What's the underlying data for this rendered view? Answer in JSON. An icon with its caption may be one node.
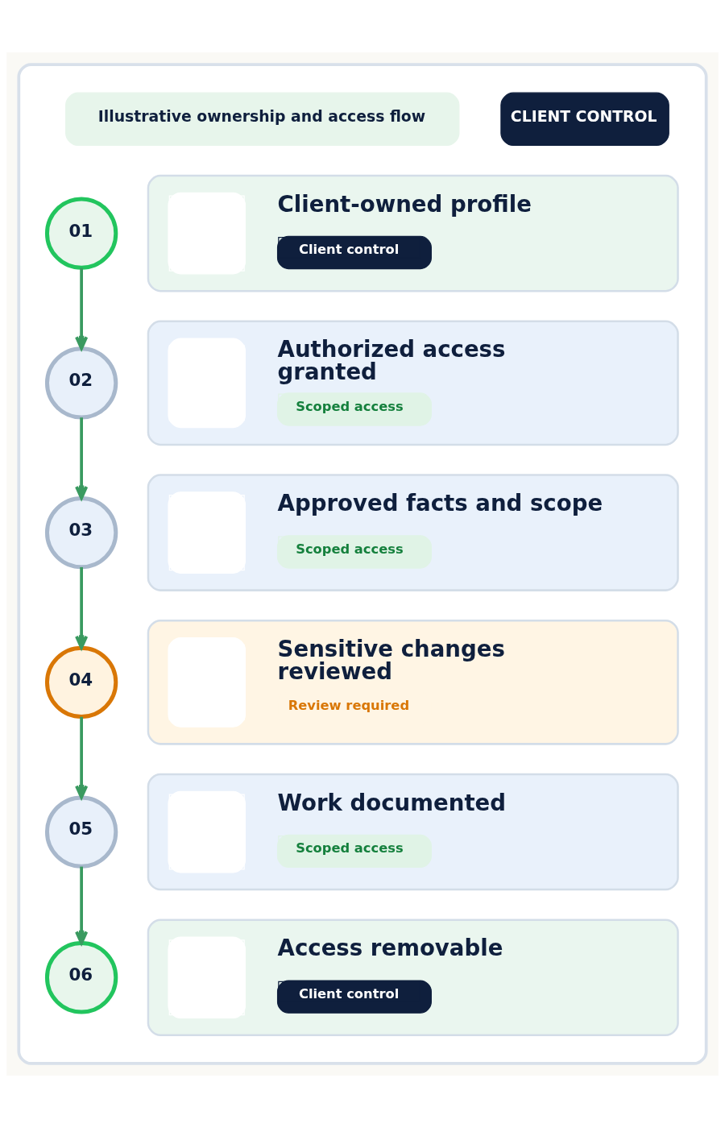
{
  "diagram": {
    "nodes": [
      {
        "text": [],
        "shape": "box"
      },
      {
        "text": [
          "Illustrative ownership and access flow"
        ],
        "in": 0
      },
      {
        "text": [
          "CLIENT CONTROL"
        ],
        "in": 0
      },
      {
        "text": [
          "01"
        ],
        "in": 0
      },
      {
        "text": [
          "Client-owned profile",
          "Client control"
        ],
        "in": 0
      },
      {
        "text": [
          "02"
        ],
        "in": 0
      },
      {
        "text": [
          "Authorized access granted",
          "Scoped access"
        ],
        "in": 0
      },
      {
        "text": [
          "03"
        ],
        "in": 0
      },
      {
        "text": [
          "Approved facts and scope",
          "Scoped access"
        ],
        "in": 0
      },
      {
        "text": [
          "04"
        ],
        "in": 0
      },
      {
        "text": [
          "Sensitive changes reviewed",
          "Review required"
        ],
        "in": 0
      },
      {
        "text": [
          "05"
        ],
        "in": 0
      },
      {
        "text": [
          "Work documented",
          "Scoped access"
        ],
        "in": 0
      },
      {
        "text": [
          "06"
        ],
        "in": 0
      },
      {
        "text": [
          "Access removable",
          "Client control"
        ],
        "in": 0
      }
    ],
    "edges": [
      {
        "from": 3,
        "to": 5,
        "arrow": "to"
      },
      {
        "from": 5,
        "to": 7,
        "arrow": "to"
      },
      {
        "from": 7,
        "to": 9,
        "arrow": "to"
      },
      {
        "from": 9,
        "to": 11,
        "arrow": "to"
      },
      {
        "from": 11,
        "to": 13,
        "arrow": "to"
      }
    ]
  }
}
